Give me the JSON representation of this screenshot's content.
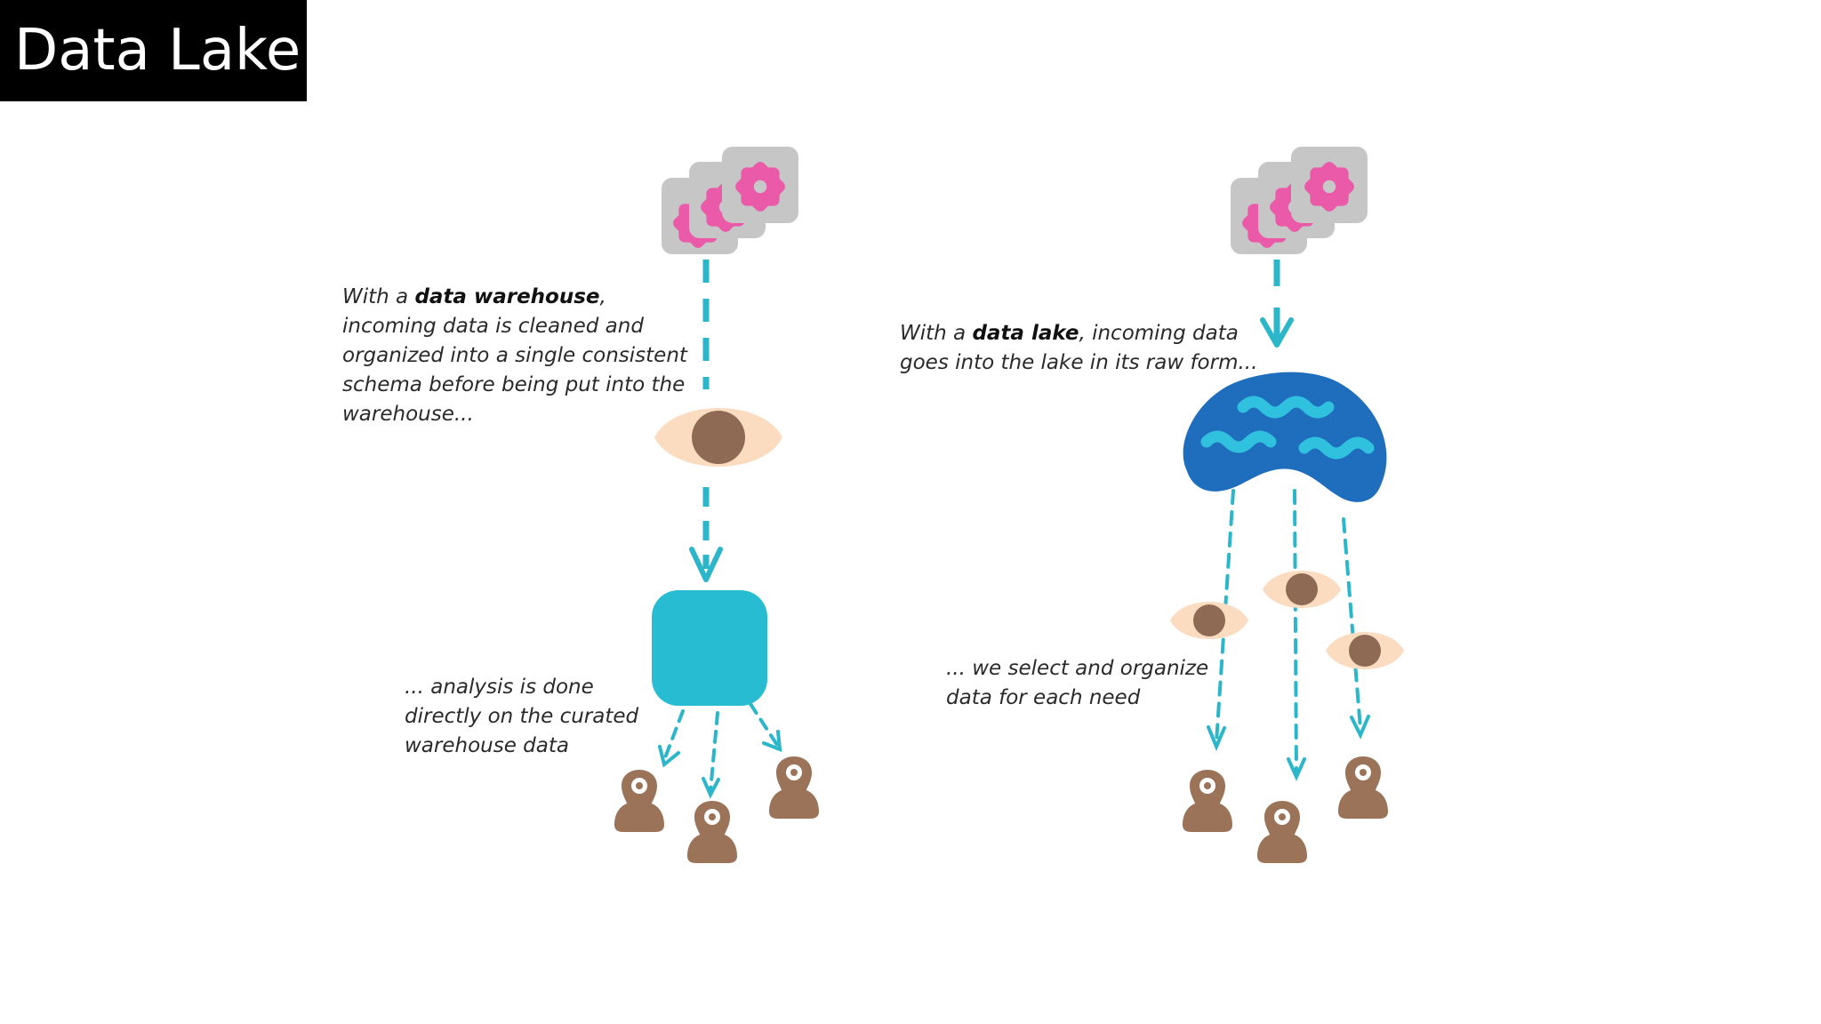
{
  "slide": {
    "title": "Data Lake"
  },
  "warehouse": {
    "caption_prefix": "With a ",
    "caption_bold": "data warehouse",
    "caption_line1_suffix": ",",
    "caption_lines": [
      "incoming data is cleaned and",
      "organized into a single consistent",
      "schema before being put into the",
      "warehouse..."
    ],
    "analysis_lines": [
      "... analysis is done",
      "directly on the curated",
      "warehouse data"
    ]
  },
  "lake": {
    "caption_prefix": "With a ",
    "caption_bold": "data lake",
    "caption_line1_suffix": ", incoming data",
    "caption_line2": "goes into the lake in its raw form...",
    "select_lines": [
      "... we select and organize",
      "data for each need"
    ]
  },
  "icons": {
    "source": "gear-source-icon",
    "filter": "eye-filter-icon",
    "warehouse": "warehouse-block-icon",
    "lake": "lake-icon",
    "user": "user-icon"
  },
  "colors": {
    "arrow": "#2bb6c9",
    "gear": "#ea5aa8",
    "card": "#c8c8c8",
    "eye_outer": "#fbdcc1",
    "eye_inner": "#8e6a55",
    "warehouse": "#27bcd2",
    "lake": "#1f6dbd",
    "wave": "#2fc1de",
    "user": "#9b7358"
  }
}
